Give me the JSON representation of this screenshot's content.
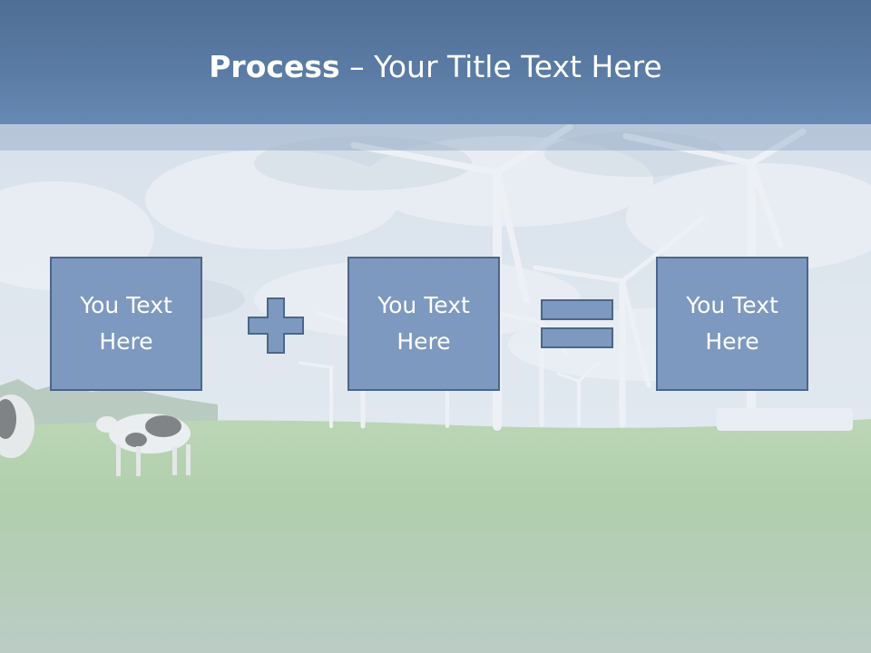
{
  "slide": {
    "title_bold": "Process",
    "title_rest": " – Your Title Text Here"
  },
  "process": {
    "boxes": [
      {
        "text": "You Text Here"
      },
      {
        "text": "You Text Here"
      },
      {
        "text": "You Text Here"
      }
    ],
    "operators": [
      "plus-icon",
      "equals-icon"
    ]
  },
  "colors": {
    "title_bar": "#5b7ca5",
    "box_fill": "#7d99bf",
    "box_border": "#4b6688",
    "text": "#ffffff"
  }
}
